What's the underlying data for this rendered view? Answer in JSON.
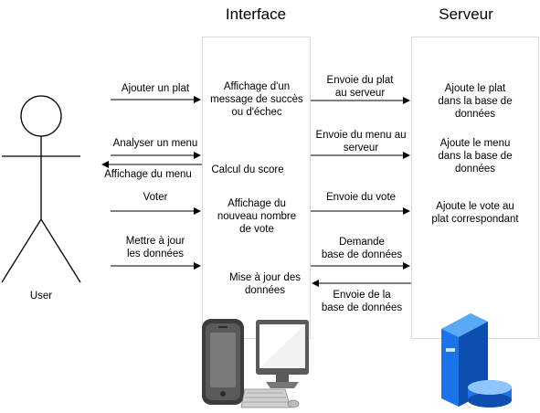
{
  "headers": {
    "interface": "Interface",
    "server": "Serveur"
  },
  "actor": {
    "label": "User"
  },
  "user_actions": {
    "add_dish": "Ajouter un plat",
    "analyze_menu": "Analyser un menu",
    "menu_display": "Affichage du menu",
    "vote": "Voter",
    "update_data": [
      "Mettre à jour",
      "les données"
    ]
  },
  "interface_steps": {
    "success_msg": [
      "Affichage d'un",
      "message de succès",
      "ou d'échec"
    ],
    "score_calc": "Calcul du score",
    "new_vote_count": [
      "Affichage du",
      "nouveau nombre",
      "de vote"
    ],
    "data_update": [
      "Mise à jour des",
      "données"
    ]
  },
  "messages": {
    "send_dish": [
      "Envoie du plat",
      "au serveur"
    ],
    "send_menu": [
      "Envoie du menu au",
      "serveur"
    ],
    "send_vote": "Envoie du vote",
    "db_request": [
      "Demande",
      "base de données"
    ],
    "db_send": [
      "Envoie de la",
      "base de données"
    ]
  },
  "server_steps": {
    "add_dish": [
      "Ajoute le plat",
      "dans la base de",
      "données"
    ],
    "add_menu": [
      "Ajoute le menu",
      "dans la base de",
      "données"
    ],
    "add_vote": [
      "Ajoute le vote au",
      "plat correspondant"
    ]
  },
  "colors": {
    "lane_border": "#d9d9d9",
    "server_blue": "#1a73e8",
    "device_dark": "#3c3c3c"
  },
  "icons": [
    "stick-figure-icon",
    "smartphone-icon",
    "desktop-computer-icon",
    "server-database-icon"
  ]
}
